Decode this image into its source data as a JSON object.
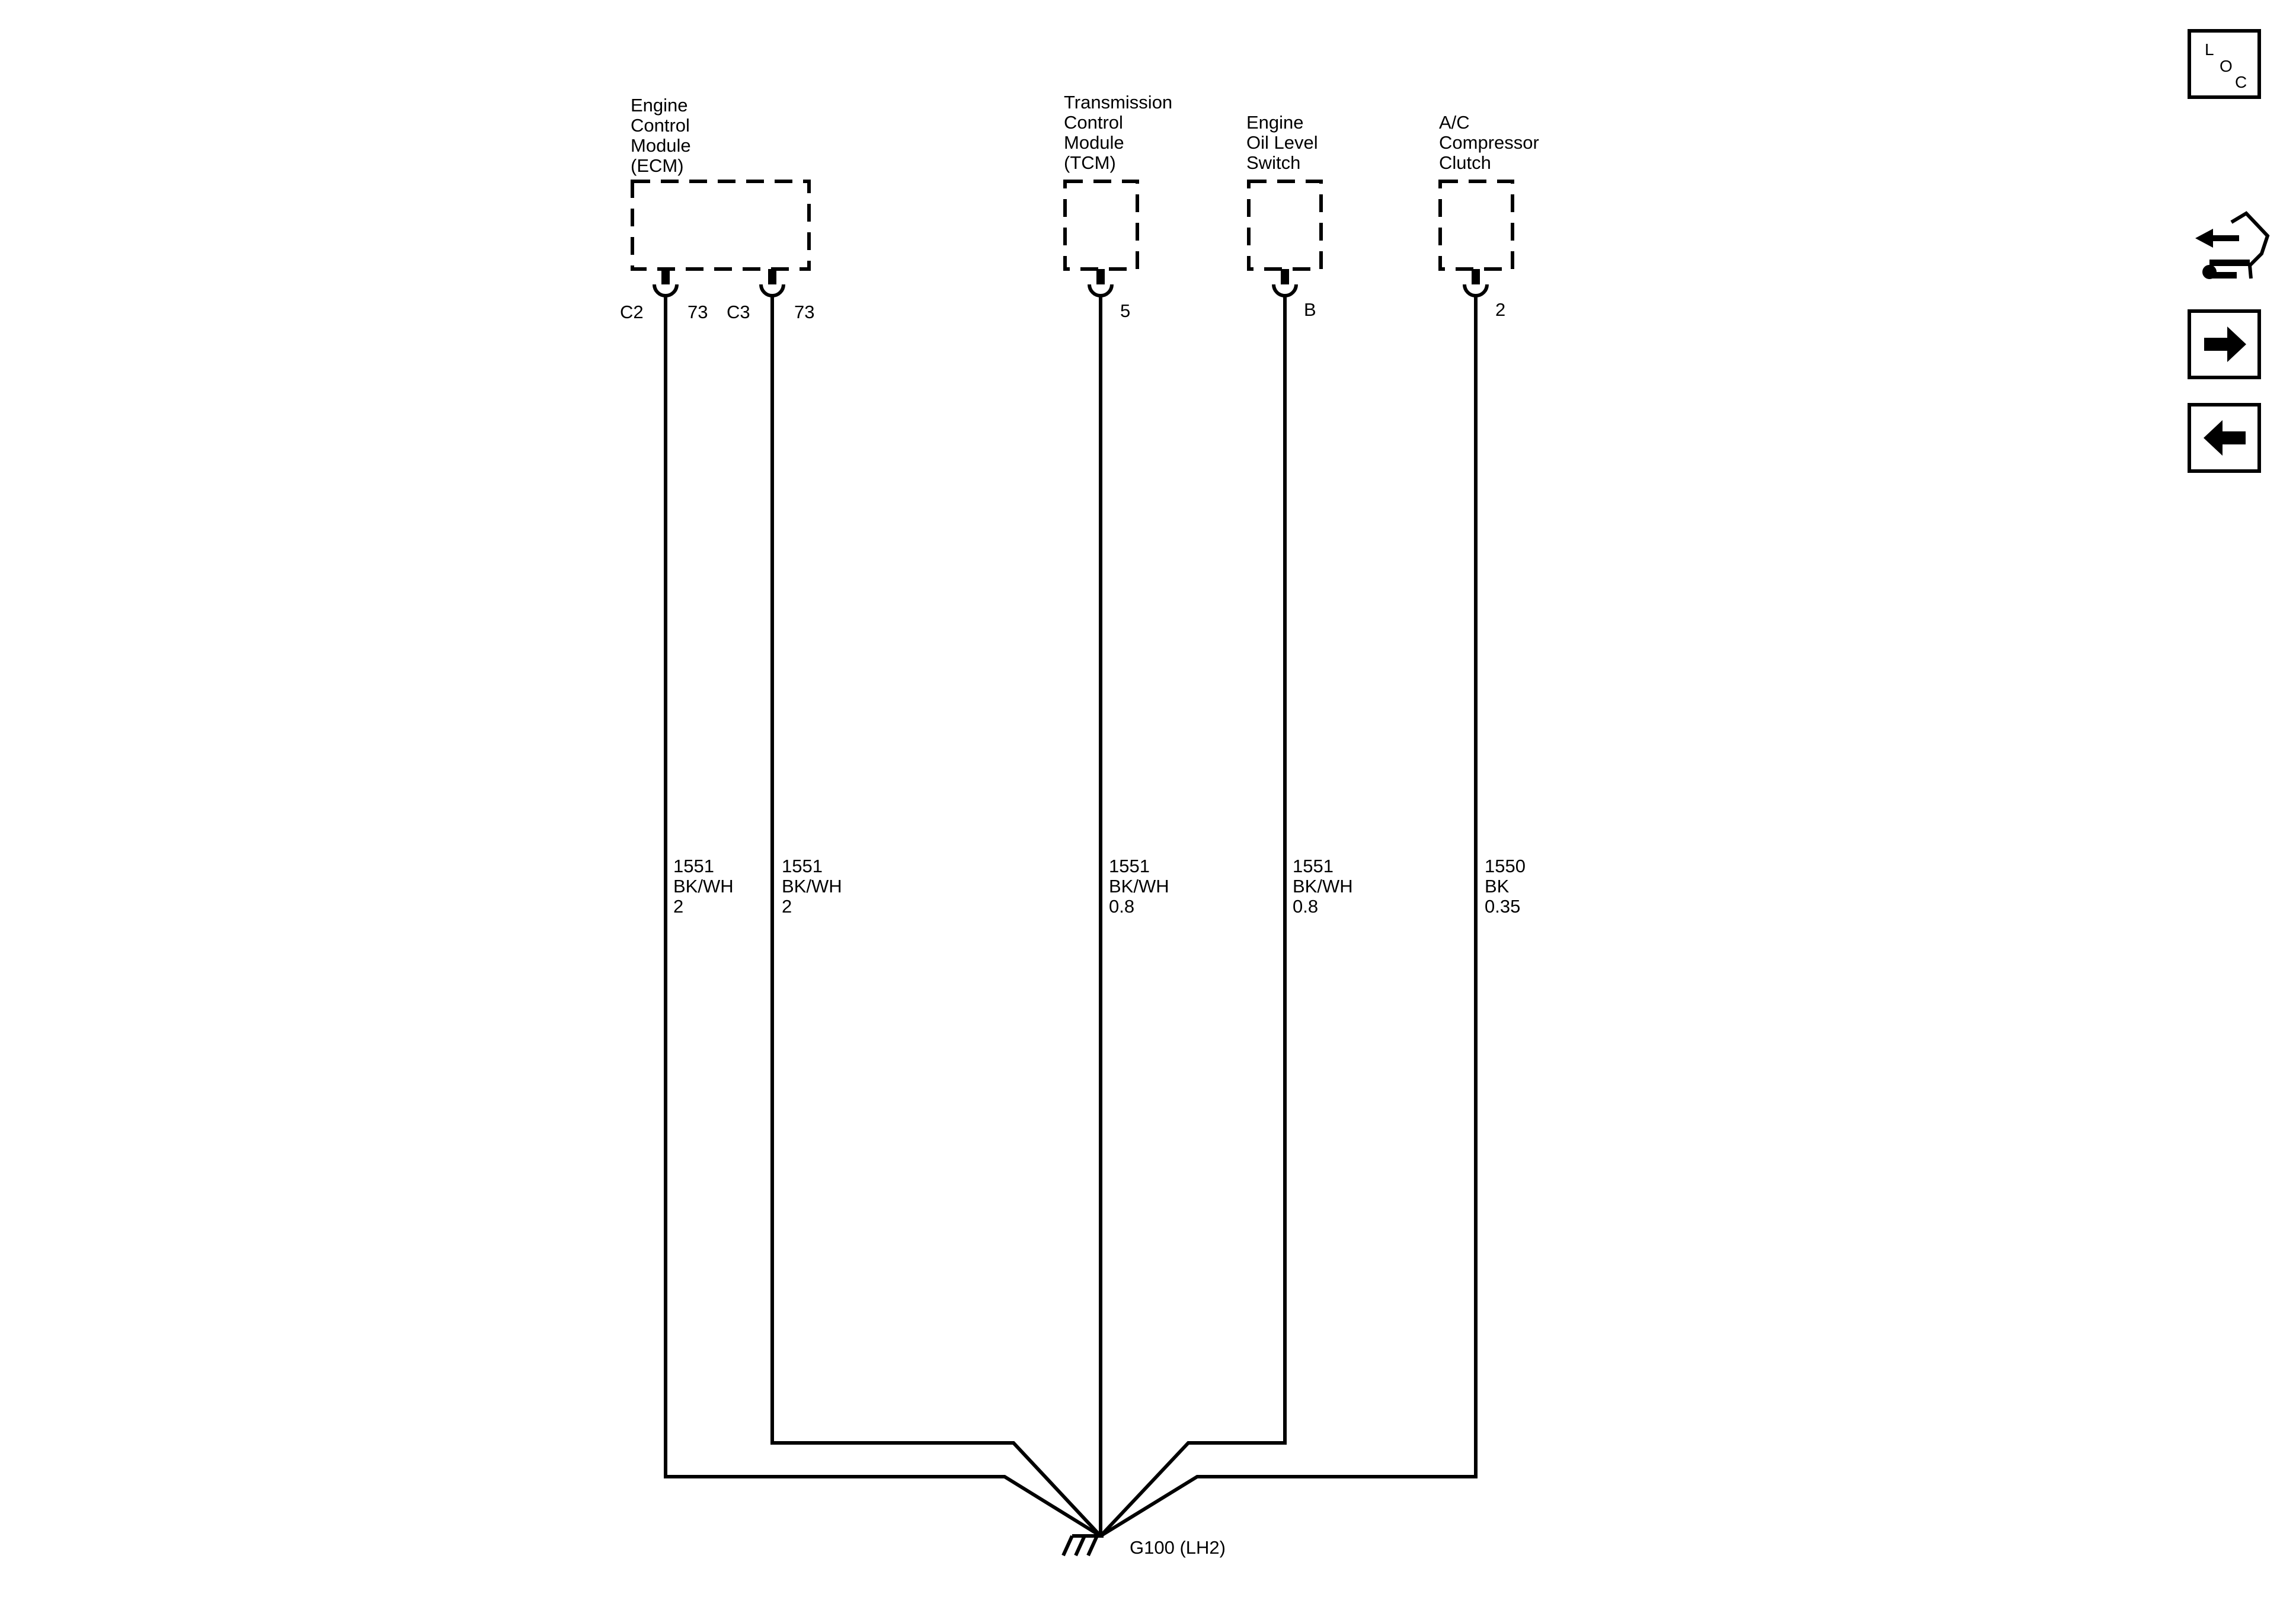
{
  "components": {
    "ecm": [
      "Engine",
      "Control",
      "Module",
      "(ECM)"
    ],
    "tcm": [
      "Transmission",
      "Control",
      "Module",
      "(TCM)"
    ],
    "oil_switch": [
      "Engine",
      "Oil Level",
      "Switch"
    ],
    "ac_clutch": [
      "A/C",
      "Compressor",
      "Clutch"
    ]
  },
  "connectors": {
    "ecm_c2": "C2",
    "ecm_c2_pin": "73",
    "ecm_c3": "C3",
    "ecm_c3_pin": "73",
    "tcm_pin": "5",
    "oil_switch_pin": "B",
    "ac_clutch_pin": "2"
  },
  "wires": [
    {
      "circuit": "1551",
      "color": "BK/WH",
      "size": "2"
    },
    {
      "circuit": "1551",
      "color": "BK/WH",
      "size": "2"
    },
    {
      "circuit": "1551",
      "color": "BK/WH",
      "size": "0.8"
    },
    {
      "circuit": "1551",
      "color": "BK/WH",
      "size": "0.8"
    },
    {
      "circuit": "1550",
      "color": "BK",
      "size": "0.35"
    }
  ],
  "ground": {
    "label": "G100 (LH2)"
  },
  "nav": {
    "loc": {
      "l": "L",
      "o": "O",
      "c": "C"
    },
    "icons": [
      "component-location-icon",
      "service-tool-icon",
      "next-page-arrow-icon",
      "previous-page-arrow-icon"
    ]
  }
}
